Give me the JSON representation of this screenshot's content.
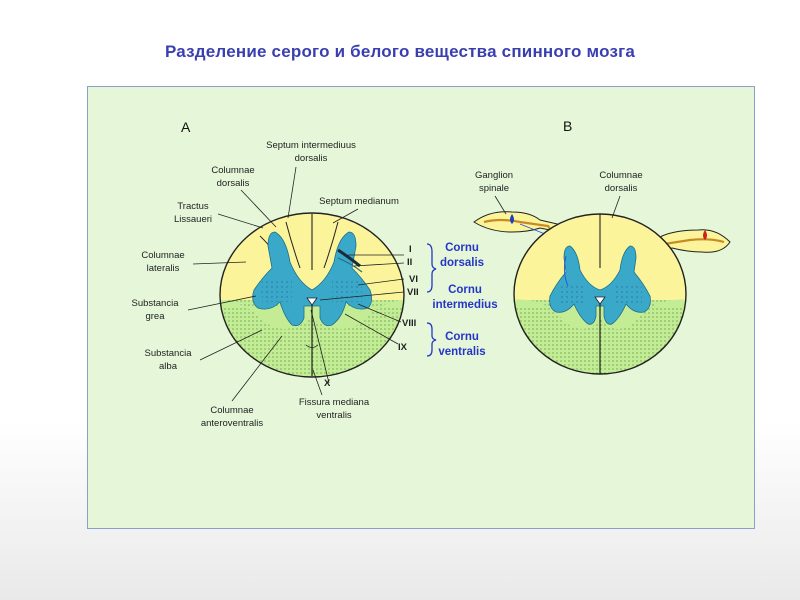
{
  "title": "Разделение серого и белого вещества спинного мозга",
  "colors": {
    "panel": "#e6f7d9",
    "white_matter_dorsal": "#fbf49a",
    "white_matter_ventral": "#c4ec94",
    "grey_matter": "#3aa9c9",
    "title": "#3a3fb0",
    "cornu_labels": "#2436c8"
  },
  "figure_a": {
    "letter": "A",
    "labels": {
      "septum_intermedius_1": "Septum intermediuus",
      "septum_intermedius_2": "dorsalis",
      "columnae_dorsalis_1": "Columnae",
      "columnae_dorsalis_2": "dorsalis",
      "septum_medianum": "Septum medianum",
      "tractus_1": "Tractus",
      "tractus_2": "Lissaueri",
      "columnae_lateralis_1": "Columnae",
      "columnae_lateralis_2": "lateralis",
      "substancia_grea_1": "Substancia",
      "substancia_grea_2": "grea",
      "substancia_alba_1": "Substancia",
      "substancia_alba_2": "alba",
      "columnae_antero_1": "Columnae",
      "columnae_antero_2": "anteroventralis",
      "fissura_1": "Fissura mediana",
      "fissura_2": "ventralis"
    },
    "laminae": [
      "I",
      "II",
      "VI",
      "VII",
      "VIII",
      "IX",
      "X"
    ]
  },
  "cornu": {
    "dorsalis_1": "Cornu",
    "dorsalis_2": "dorsalis",
    "intermedius_1": "Cornu",
    "intermedius_2": "intermedius",
    "ventralis_1": "Cornu",
    "ventralis_2": "ventralis"
  },
  "figure_b": {
    "letter": "B",
    "labels": {
      "ganglion_1": "Ganglion",
      "ganglion_2": "spinale",
      "columnae_dorsalis_1": "Columnae",
      "columnae_dorsalis_2": "dorsalis"
    }
  }
}
